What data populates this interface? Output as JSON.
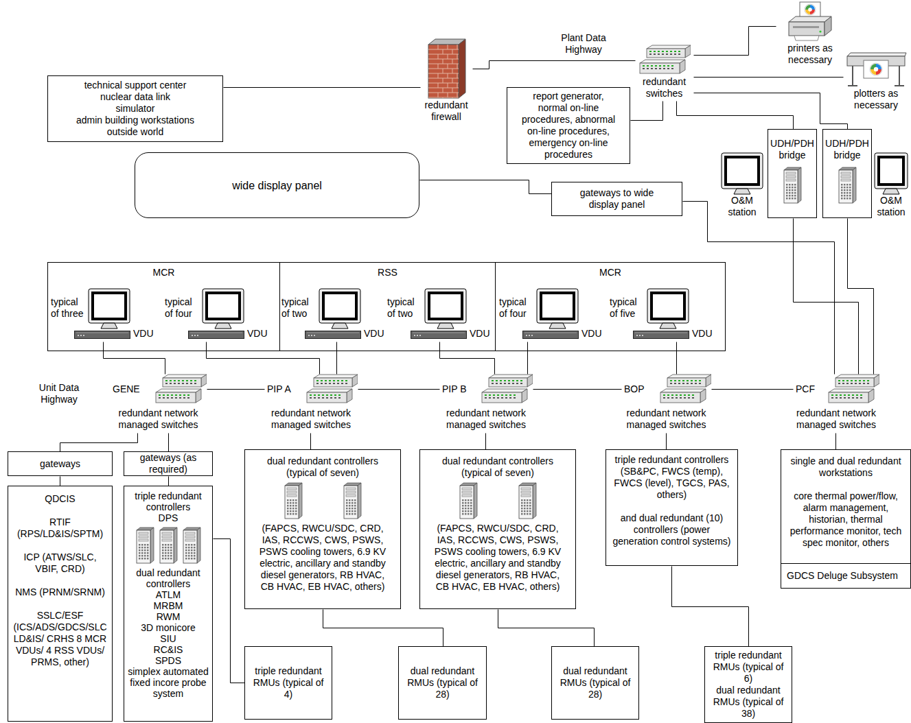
{
  "diagram": {
    "nodes": [
      {
        "text": [
          "technical support center",
          "nuclear data link",
          "simulator",
          "admin building workstations",
          "outside world"
        ]
      },
      {
        "text": [
          "redundant firewall"
        ]
      },
      {
        "text": [
          "redundant switches"
        ]
      },
      {
        "text": [
          "printers as necessary"
        ]
      },
      {
        "text": [
          "plotters as necessary"
        ]
      },
      {
        "text": [
          "report generator, normal on-line procedures, abnormal on-line procedures, emergency on-line procedures"
        ]
      },
      {
        "text": [
          "wide display panel"
        ]
      },
      {
        "text": [
          "gateways to wide display panel"
        ]
      },
      {
        "text": [
          "O&M station"
        ]
      },
      {
        "text": [
          "UDH/PDH bridge"
        ]
      },
      {
        "text": [
          "UDH/PDH bridge"
        ]
      },
      {
        "text": [
          "O&M station"
        ]
      },
      {
        "text": [
          "MCR"
        ]
      },
      {
        "text": [
          "typical of three",
          "VDU"
        ],
        "in": 12
      },
      {
        "text": [
          "typical of four",
          "VDU"
        ],
        "in": 12
      },
      {
        "text": [
          "RSS"
        ]
      },
      {
        "text": [
          "typical of two",
          "VDU"
        ],
        "in": 15
      },
      {
        "text": [
          "typical of two",
          "VDU"
        ],
        "in": 15
      },
      {
        "text": [
          "MCR"
        ]
      },
      {
        "text": [
          "typical of four",
          "VDU"
        ],
        "in": 18
      },
      {
        "text": [
          "typical of five",
          "VDU"
        ],
        "in": 18
      },
      {
        "text": [
          "GENE",
          "redundant network managed switches"
        ]
      },
      {
        "text": [
          "PIP A",
          "redundant network managed switches"
        ]
      },
      {
        "text": [
          "PIP B",
          "redundant network managed switches"
        ]
      },
      {
        "text": [
          "BOP",
          "redundant network managed switches"
        ]
      },
      {
        "text": [
          "PCF",
          "redundant network managed switches"
        ]
      },
      {
        "text": [
          "gateways"
        ]
      },
      {
        "text": [
          "QDCIS",
          "RTIF (RPS/LD&IS/SPTM)",
          "ICP (ATWS/SLC, VBIF, CRD)",
          "NMS (PRNM/SRNM)",
          "SSLC/ESF (ICS/ADS/GDCS/SLC LD&IS/ CRHS 8 MCR VDUs/ 4 RSS VDUs/ PRMS, other)"
        ]
      },
      {
        "text": [
          "gateways (as required)"
        ]
      },
      {
        "text": [
          "triple redundant controllers",
          "DPS",
          "dual redundant controllers",
          "ATLM",
          "MRBM",
          "RWM",
          "3D monicore",
          "SIU",
          "RC&IS",
          "SPDS",
          "simplex automated fixed incore probe system"
        ]
      },
      {
        "text": [
          "dual redundant controllers (typical of seven)",
          "(FAPCS, RWCU/SDC, CRD, IAS, RCCWS, CWS, PSWS, PSWS cooling towers, 6.9 KV electric, ancillary and standby diesel generators, RB HVAC, CB HVAC, EB HVAC, others)"
        ]
      },
      {
        "text": [
          "dual redundant controllers (typical of seven)",
          "(FAPCS, RWCU/SDC, CRD, IAS, RCCWS, CWS, PSWS, PSWS cooling towers, 6.9 KV electric, ancillary and standby diesel generators, RB HVAC, CB HVAC, EB HVAC, others)"
        ]
      },
      {
        "text": [
          "triple redundant controllers (SB&PC, FWCS (temp), FWCS (level), TGCS, PAS, others)",
          "and dual redundant (10) controllers (power generation control systems)"
        ]
      },
      {
        "text": [
          "single and dual redundant workstations",
          "core thermal power/flow, alarm management, historian, thermal performance monitor, tech spec monitor, others"
        ]
      },
      {
        "text": [
          "GDCS Deluge Subsystem"
        ],
        "in": 33
      },
      {
        "text": [
          "triple redundant RMUs (typical of 4)"
        ]
      },
      {
        "text": [
          "dual redundant RMUs (typical of 28)"
        ]
      },
      {
        "text": [
          "dual redundant RMUs (typical of 28)"
        ]
      },
      {
        "text": [
          "triple redundant RMUs (typical of 6)",
          "dual redundant RMUs (typical of 38)"
        ]
      }
    ],
    "edges": [
      {
        "from": 0,
        "to": 1,
        "arrow": "none"
      },
      {
        "from": 1,
        "to": 2,
        "label": "Plant Data Highway",
        "arrow": "none"
      },
      {
        "from": 2,
        "to": 3,
        "arrow": "none"
      },
      {
        "from": 2,
        "to": 4,
        "arrow": "none"
      },
      {
        "from": 2,
        "to": 5,
        "arrow": "none"
      },
      {
        "from": 2,
        "to": 9,
        "arrow": "none"
      },
      {
        "from": 2,
        "to": 10,
        "arrow": "none"
      },
      {
        "from": 6,
        "to": 7,
        "arrow": "none"
      },
      {
        "from": 7,
        "to": 25,
        "arrow": "none"
      },
      {
        "from": 9,
        "to": 25,
        "arrow": "none"
      },
      {
        "from": 10,
        "to": 25,
        "arrow": "none"
      },
      {
        "from": 13,
        "to": 21,
        "arrow": "none"
      },
      {
        "from": 14,
        "to": 22,
        "arrow": "none"
      },
      {
        "from": 16,
        "to": 22,
        "arrow": "none"
      },
      {
        "from": 17,
        "to": 23,
        "arrow": "none"
      },
      {
        "from": 19,
        "to": 23,
        "arrow": "none"
      },
      {
        "from": 20,
        "to": 24,
        "arrow": "none"
      },
      {
        "from": 21,
        "to": 22,
        "arrow": "none"
      },
      {
        "from": 22,
        "to": 23,
        "arrow": "none"
      },
      {
        "from": 23,
        "to": 24,
        "arrow": "none"
      },
      {
        "from": 24,
        "to": 25,
        "arrow": "none"
      },
      {
        "from": 21,
        "to": 26,
        "arrow": "none"
      },
      {
        "from": 21,
        "to": 28,
        "arrow": "none"
      },
      {
        "from": 26,
        "to": 27,
        "arrow": "none"
      },
      {
        "from": 28,
        "to": 29,
        "arrow": "none"
      },
      {
        "from": 29,
        "to": 35,
        "arrow": "none"
      },
      {
        "from": 22,
        "to": 30,
        "arrow": "none"
      },
      {
        "from": 23,
        "to": 31,
        "arrow": "none"
      },
      {
        "from": 30,
        "to": 36,
        "arrow": "none"
      },
      {
        "from": 31,
        "to": 37,
        "arrow": "none"
      },
      {
        "from": 24,
        "to": 32,
        "arrow": "none"
      },
      {
        "from": 32,
        "to": 38,
        "arrow": "none"
      },
      {
        "from": 25,
        "to": 33,
        "arrow": "none"
      }
    ],
    "labels": [
      "Unit Data Highway"
    ]
  }
}
